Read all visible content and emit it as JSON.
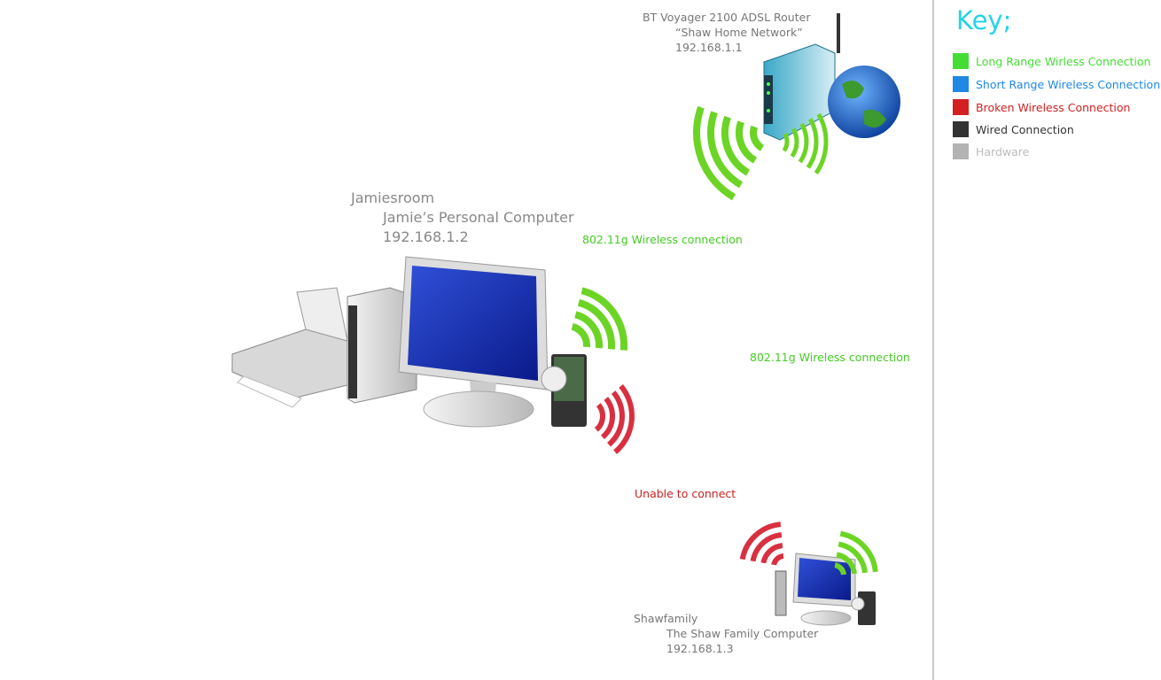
{
  "router": {
    "name": "BT Voyager 2100 ADSL Router",
    "network": "“Shaw Home Network”",
    "ip": "192.168.1.1"
  },
  "pc1": {
    "host": "Jamiesroom",
    "name": "Jamie’s Personal Computer",
    "ip": "192.168.1.2"
  },
  "pc2": {
    "host": "Shawfamily",
    "name": "The Shaw Family Computer",
    "ip": "192.168.1.3"
  },
  "connections": {
    "link1": "802.11g Wireless connection",
    "link2": "802.11g Wireless connection",
    "broken": "Unable to connect"
  },
  "key": {
    "title": "Key;",
    "items": [
      {
        "label": "Long Range Wirless Connection",
        "color": "#44dd33"
      },
      {
        "label": "Short Range Wireless Connection",
        "color": "#1e88e5"
      },
      {
        "label": "Broken Wireless Connection",
        "color": "#d42020"
      },
      {
        "label": "Wired Connection",
        "color": "#333333"
      },
      {
        "label": "Hardware",
        "color": "#b3b3b3"
      }
    ]
  }
}
